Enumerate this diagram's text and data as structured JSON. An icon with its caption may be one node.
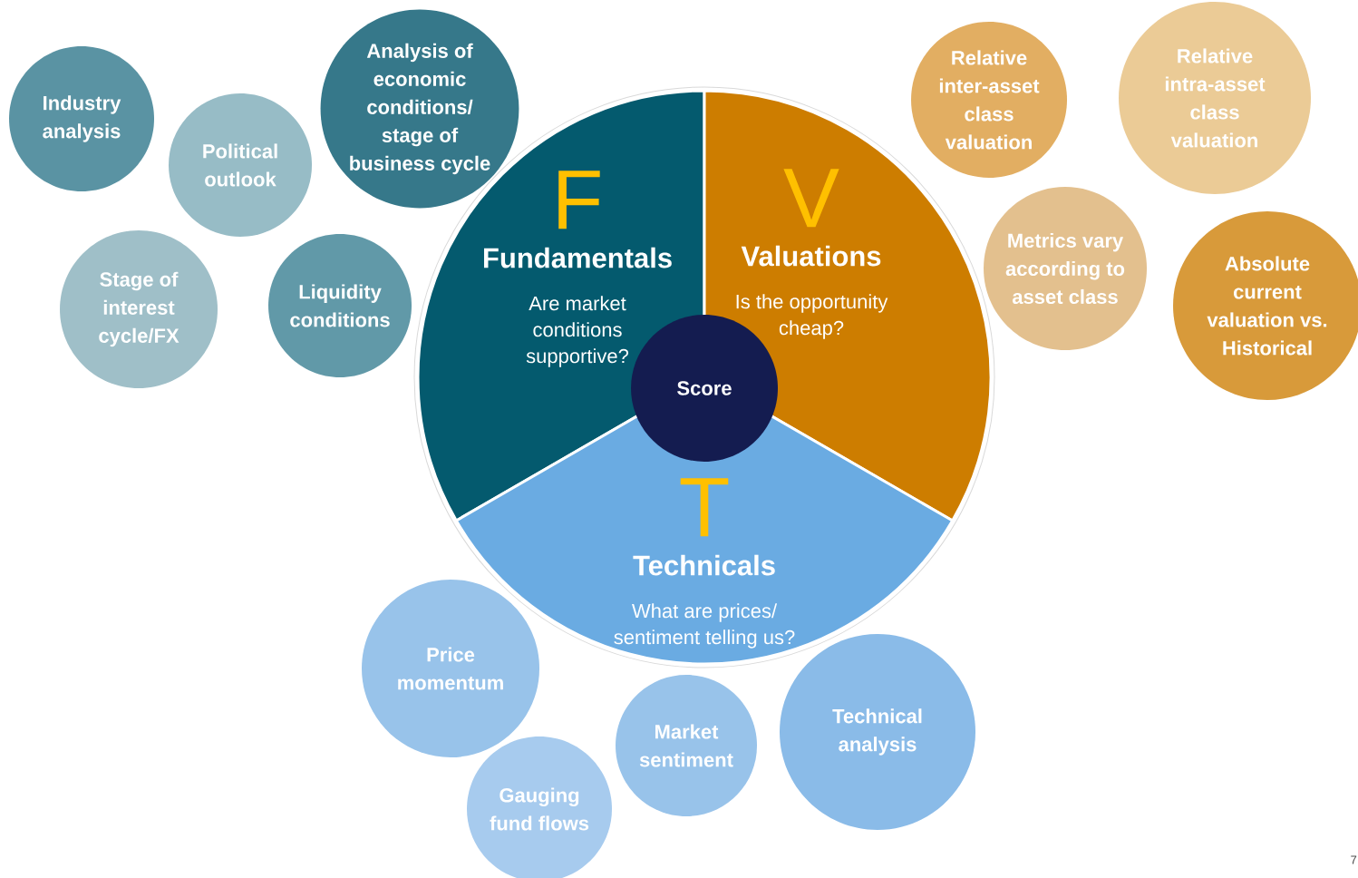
{
  "diagram": {
    "nodes": [
      {
        "text": [
          "Industry analysis"
        ]
      },
      {
        "text": [
          "Political outlook"
        ]
      },
      {
        "text": [
          "Analysis of economic conditions/ stage of business cycle"
        ]
      },
      {
        "text": [
          "Stage of interest cycle/FX"
        ]
      },
      {
        "text": [
          "Liquidity conditions"
        ]
      },
      {
        "text": [
          "F",
          "Fundamentals",
          "Are market conditions supportive?"
        ]
      },
      {
        "text": [
          "V",
          "Valuations",
          "Is the opportunity cheap?"
        ]
      },
      {
        "text": [
          "T",
          "Technicals",
          "What are prices/ sentiment telling us?"
        ]
      },
      {
        "text": [
          "Score"
        ]
      },
      {
        "text": [
          "Relative inter-asset class valuation"
        ]
      },
      {
        "text": [
          "Relative intra-asset class valuation"
        ]
      },
      {
        "text": [
          "Metrics vary according to asset class"
        ]
      },
      {
        "text": [
          "Absolute current valuation vs. Historical"
        ]
      },
      {
        "text": [
          "Price momentum"
        ]
      },
      {
        "text": [
          "Market sentiment"
        ]
      },
      {
        "text": [
          "Technical analysis"
        ]
      },
      {
        "text": [
          "Gauging fund flows"
        ]
      }
    ],
    "labels": [
      "7"
    ]
  }
}
